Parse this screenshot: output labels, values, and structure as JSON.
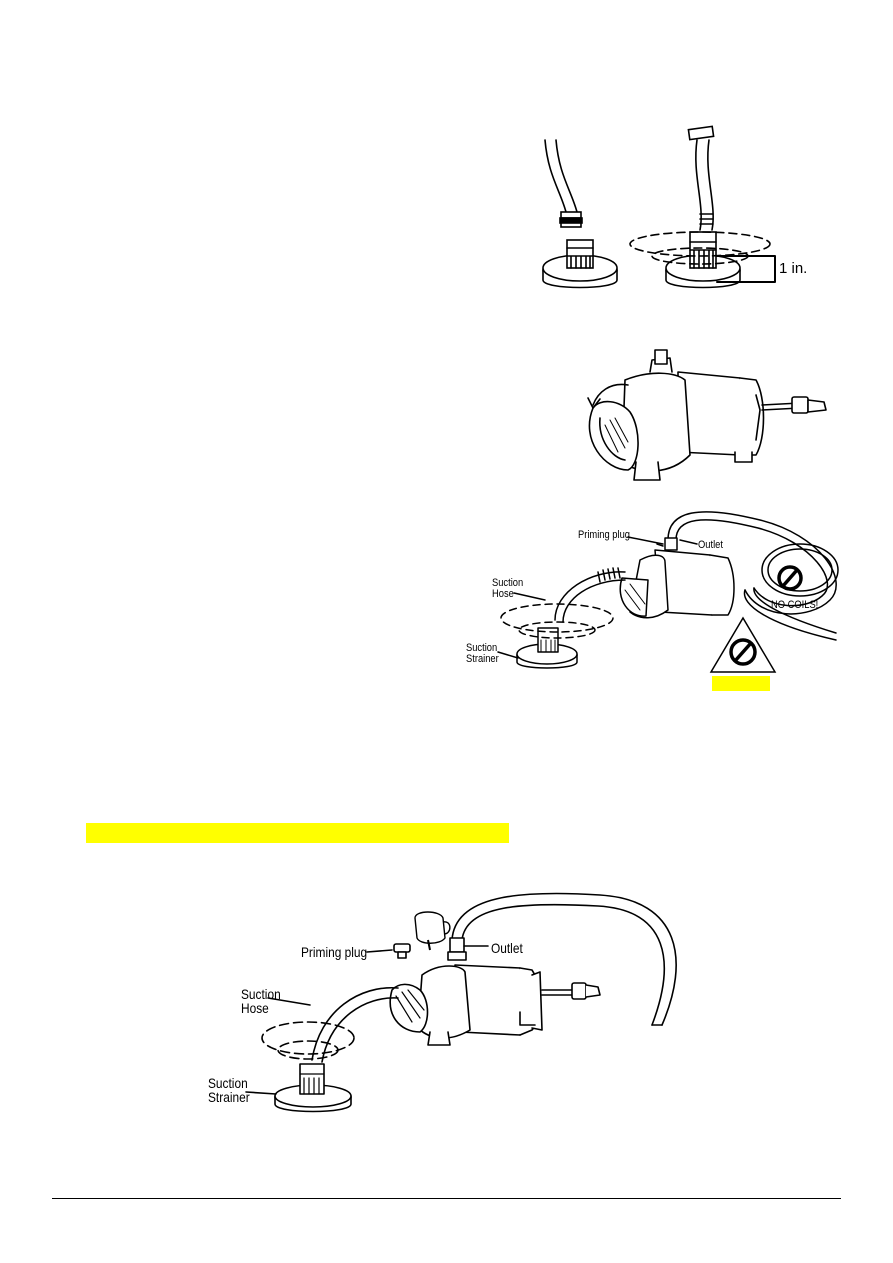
{
  "figure1": {
    "measure_label": "1 in."
  },
  "figure3": {
    "priming_plug": "Priming plug",
    "outlet": "Outlet",
    "suction_hose": [
      "Suction",
      "Hose"
    ],
    "suction_strainer": [
      "Suction",
      "Strainer"
    ],
    "no_coils": "NO COILS!"
  },
  "figure4": {
    "priming_plug": "Priming plug",
    "outlet": "Outlet",
    "suction_hose": [
      "Suction",
      "Hose"
    ],
    "suction_strainer": [
      "Suction",
      "Strainer"
    ]
  },
  "colors": {
    "highlight": "#ffff00",
    "line": "#000000"
  },
  "icons": [
    "prohibition-icon",
    "warning-triangle-icon",
    "rotate-arrow-icon",
    "water-pitcher-icon"
  ]
}
